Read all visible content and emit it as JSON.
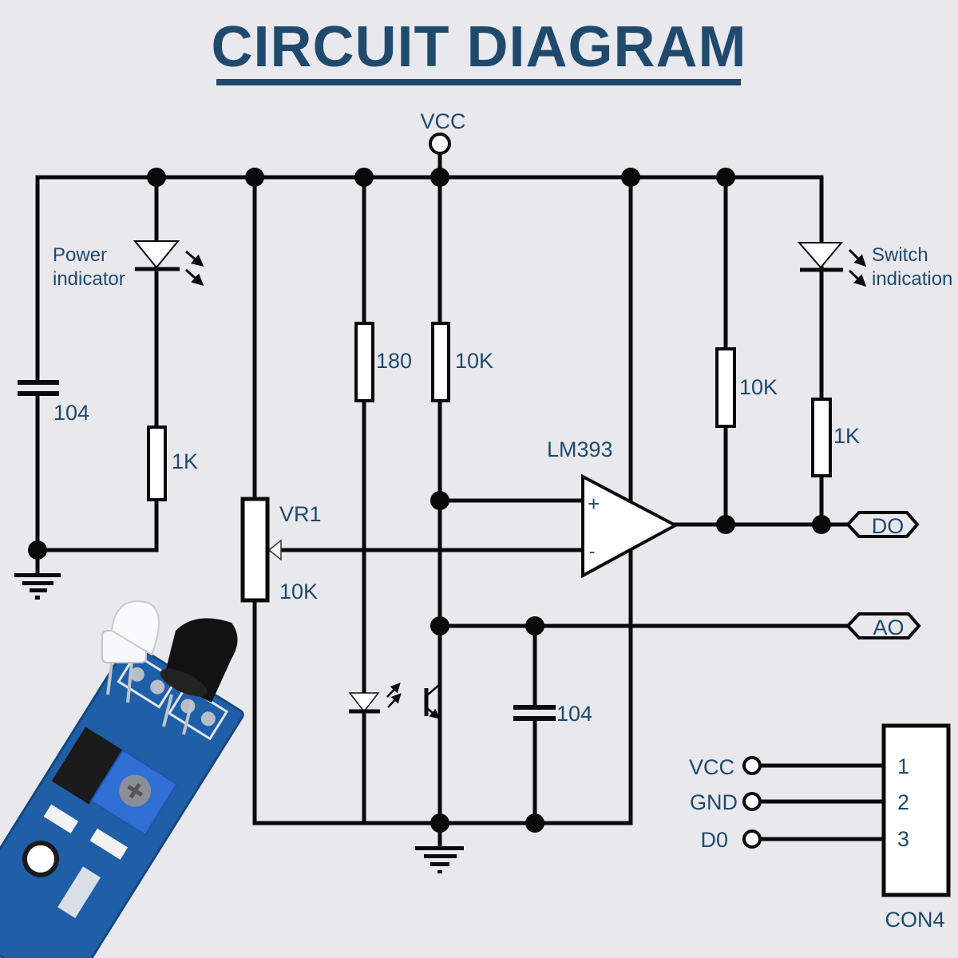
{
  "title": "CIRCUIT DIAGRAM",
  "colors": {
    "title": "#1f4a6e",
    "wire": "#0a0a0a",
    "background": "#e8e8ed",
    "component_fill": "#ffffff"
  },
  "labels": {
    "vcc_top": "VCC",
    "power_indicator_line1": "Power",
    "power_indicator_line2": "indicator",
    "switch_indication_line1": "Switch",
    "switch_indication_line2": "indication",
    "cap_left": "104",
    "res_power_led": "1K",
    "res_ir_led": "180",
    "res_pullup_plus": "10K",
    "vr1_name": "VR1",
    "vr1_value": "10K",
    "comparator": "LM393",
    "plus_sign": "+",
    "minus_sign": "-",
    "res_output_pullup": "10K",
    "res_switch_led": "1K",
    "cap_ao": "104",
    "out_do": "DO",
    "out_ao": "AO",
    "connector_name": "CON4"
  },
  "connector": {
    "pins": [
      {
        "name": "VCC",
        "number": "1"
      },
      {
        "name": "GND",
        "number": "2"
      },
      {
        "name": "D0",
        "number": "3"
      }
    ]
  },
  "photo": {
    "description": "IR obstacle sensor module (blue PCB, IR LED, photodiode, potentiometer)"
  }
}
